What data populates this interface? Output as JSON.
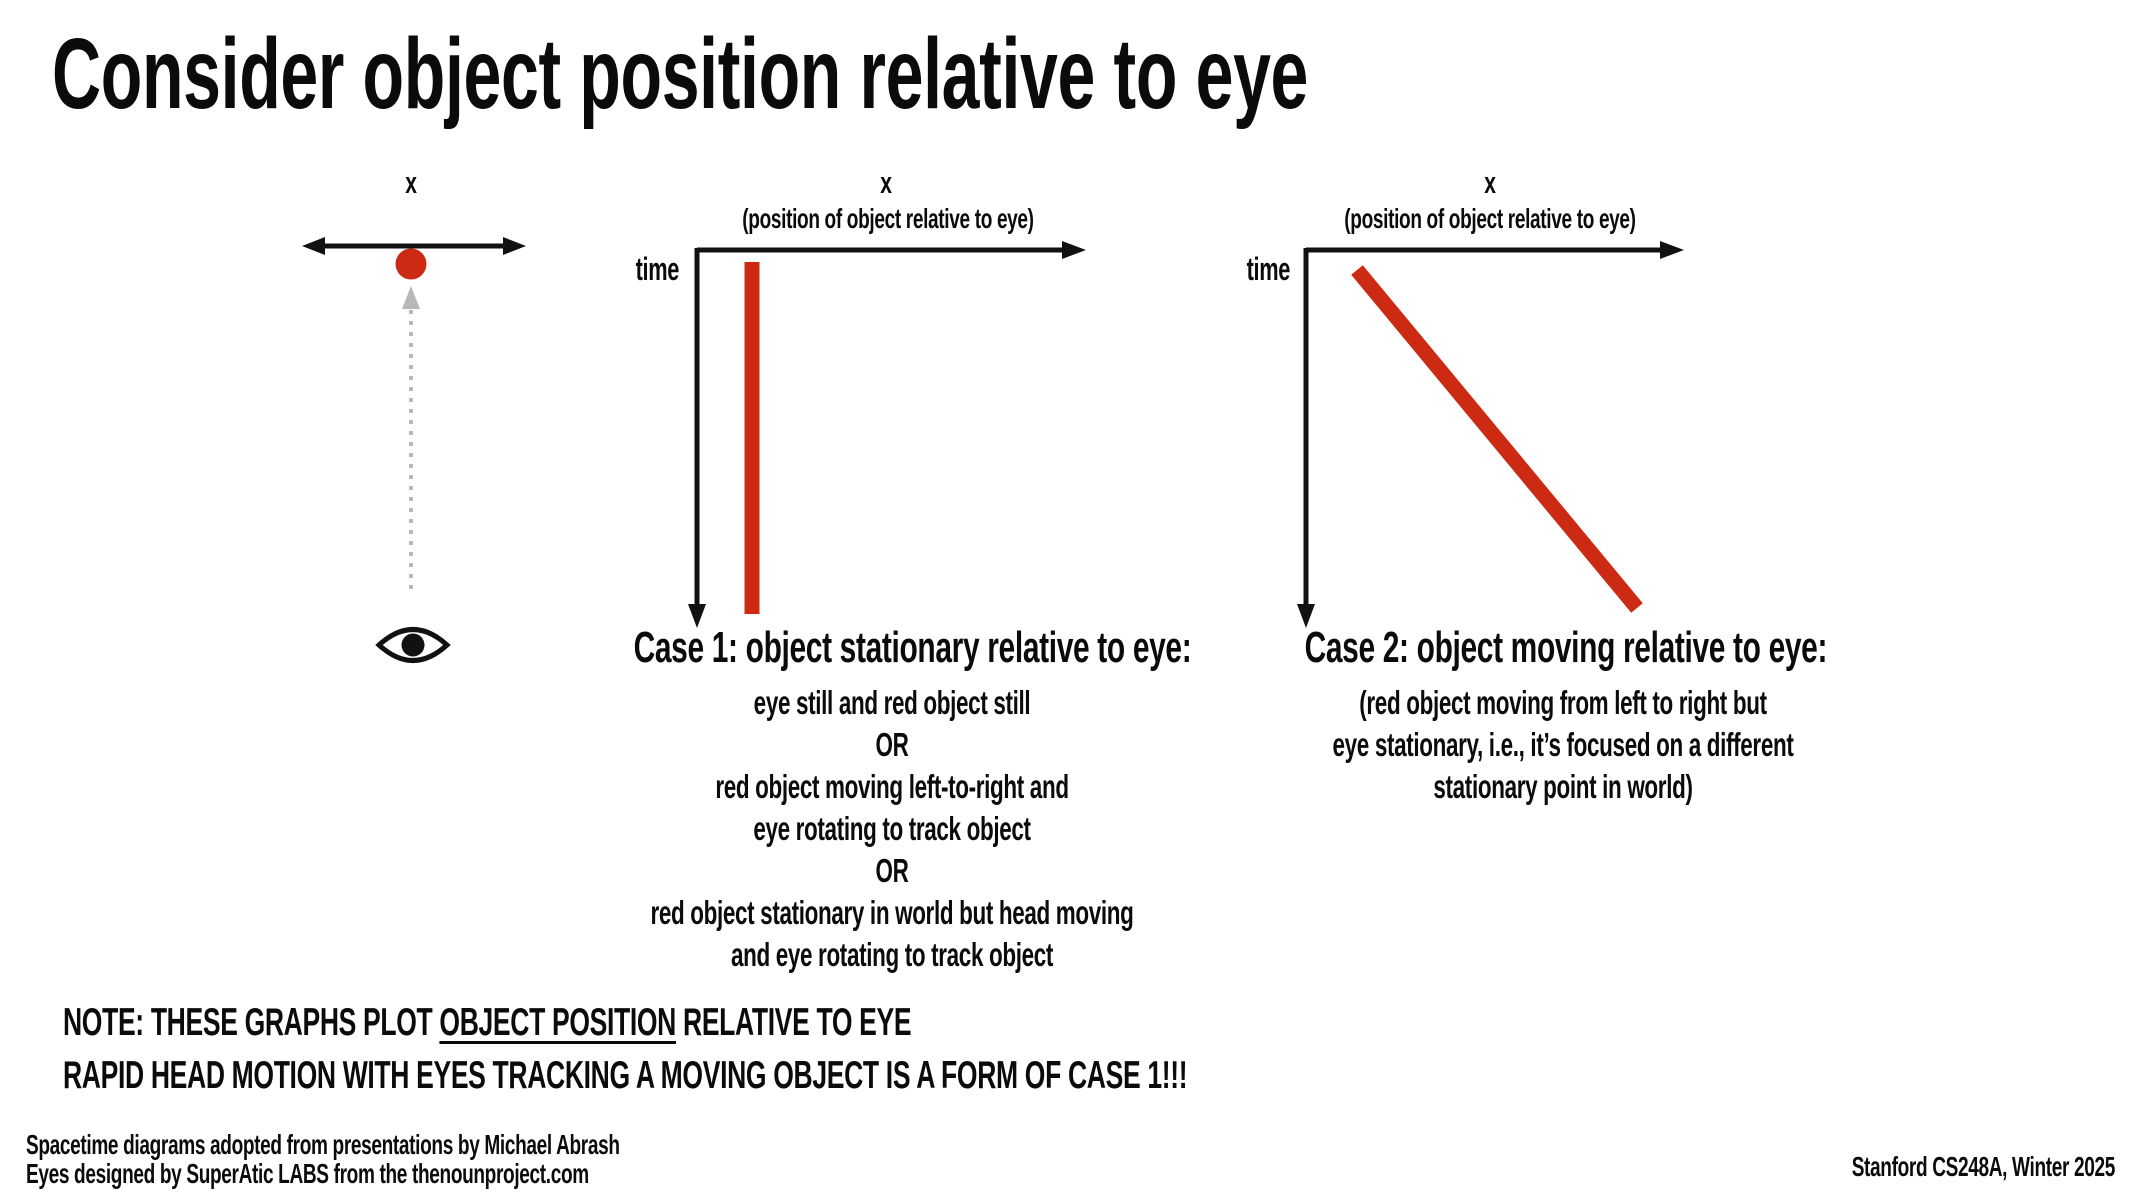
{
  "title": "Consider object position relative to eye",
  "colors": {
    "red": "#cc2a12",
    "black": "#111111",
    "gray_dotted": "#b8b8b8",
    "background": "#ffffff"
  },
  "left_diagram": {
    "x_label": "x"
  },
  "case1": {
    "x_label": "x",
    "x_sublabel": "(position of object relative to eye)",
    "time_label": "time",
    "heading": "Case 1: object stationary relative to eye:",
    "lines": [
      "eye still and red object still",
      "OR",
      "red object moving left-to-right and",
      "eye rotating to track object",
      "OR",
      "red object stationary in world but head moving",
      "and eye rotating to track object"
    ],
    "plot": "vertical red line: object position constant over time"
  },
  "case2": {
    "x_label": "x",
    "x_sublabel": "(position of object relative to eye)",
    "time_label": "time",
    "heading": "Case 2: object moving relative to eye:",
    "lines": [
      "(red object moving from left to right but",
      "eye stationary, i.e., it’s focused on a different",
      "stationary point in world)"
    ],
    "plot": "diagonal red line: object position increases over time"
  },
  "note": {
    "line1_prefix": "NOTE: THESE GRAPHS PLOT ",
    "line1_underlined": "OBJECT POSITION",
    "line1_suffix": " RELATIVE TO EYE",
    "line2": "RAPID HEAD MOTION WITH EYES TRACKING A MOVING OBJECT IS A FORM OF CASE 1!!!"
  },
  "credits": {
    "line1": "Spacetime diagrams adopted from presentations by Michael Abrash",
    "line2": "Eyes designed by SuperAtic LABS from the thenounproject.com"
  },
  "footer_right": "Stanford CS248A, Winter 2025"
}
